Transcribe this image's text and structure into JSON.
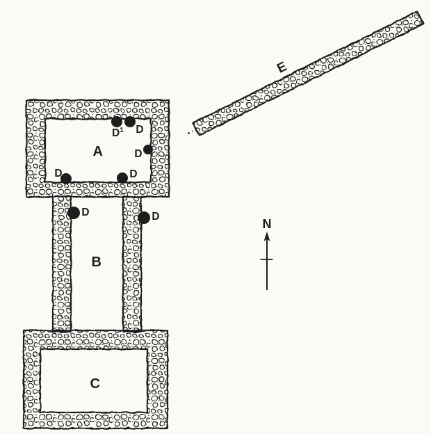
{
  "figure": {
    "colors": {
      "ink": "#1d1d1b",
      "paper": "#fbfaf7"
    },
    "labels": {
      "room_a": "A",
      "room_b": "B",
      "room_c": "C",
      "doorway": "D",
      "doorway_numbered_base": "D",
      "doorway_numbered_sup": "1",
      "wall_e": "E",
      "north": "N"
    }
  }
}
